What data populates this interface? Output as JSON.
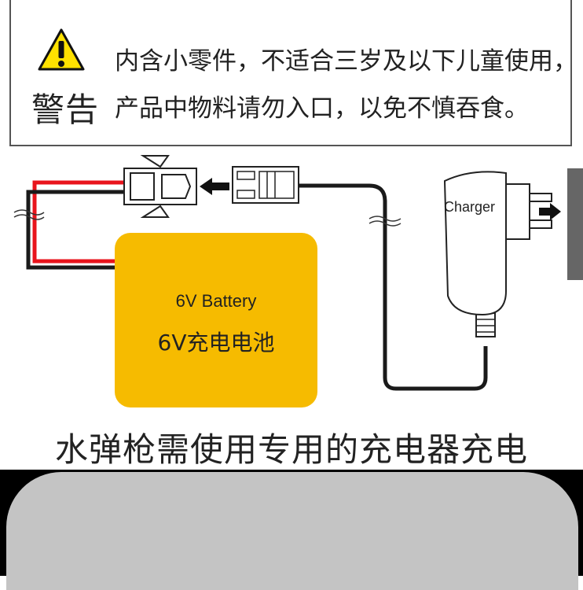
{
  "warning": {
    "label": "警告",
    "line1": "内含小零件，不适合三岁及以下儿童使用，",
    "line2": "产品中物料请勿入口，以免不慎吞食。"
  },
  "battery": {
    "label_en": "6V Battery",
    "label_cn": "6V充电电池",
    "color": "#f6bb00"
  },
  "charger": {
    "label": "Charger"
  },
  "caption": "水弹枪需使用专用的充电器充电",
  "colors": {
    "wire_red": "#e8141c",
    "wire_black": "#1a1a1a",
    "warning_yellow": "#ffe100"
  }
}
